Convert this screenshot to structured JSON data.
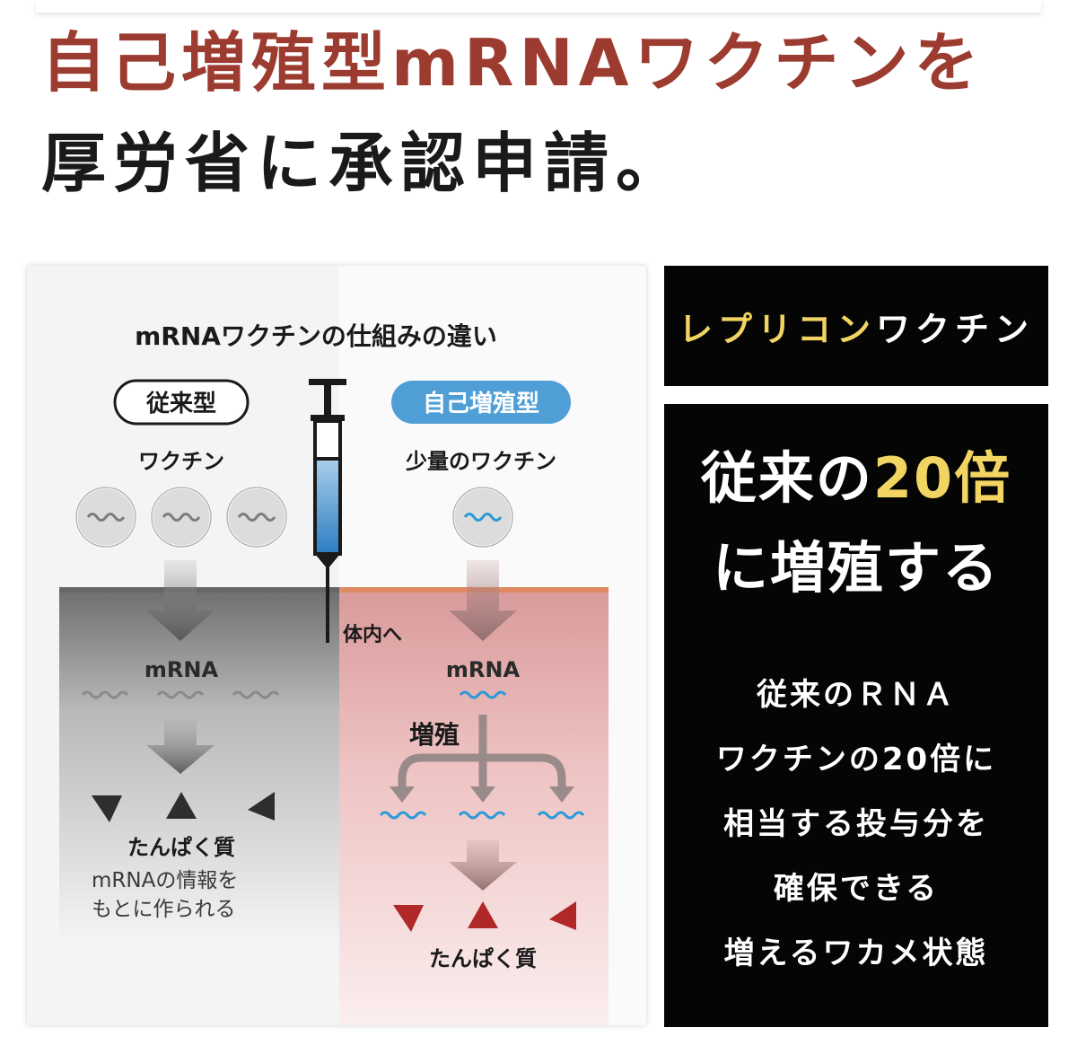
{
  "header": {
    "line1": "自己増殖型mRNAワクチンを",
    "line2": "厚労省に承認申請。"
  },
  "diagram": {
    "title": "mRNAワクチンの仕組みの違い",
    "conventional": {
      "badge": "従来型",
      "vaccine_label": "ワクチン",
      "mrna_label": "mRNA",
      "protein_label": "たんぱく質",
      "note_line1": "mRNAの情報を",
      "note_line2": "もとに作られる"
    },
    "self_amplifying": {
      "badge": "自己増殖型",
      "vaccine_label": "少量のワクチン",
      "mrna_label": "mRNA",
      "amplify_label": "増殖",
      "protein_label": "たんぱく質"
    },
    "injection_label": "体内へ",
    "colors": {
      "conventional_badge_bg": "#ffffff",
      "self_badge_bg": "#4f9fd6",
      "mrna_blue": "#2a9ad8",
      "mrna_gray": "#8a8a8a",
      "protein_gray": "#2e2e2e",
      "protein_red": "#b02828",
      "skin_line": "#e08a63"
    }
  },
  "side": {
    "label_accent": "レプリコン",
    "label_rest": "ワクチン",
    "headline_pre": "従来の",
    "headline_accent": "20倍",
    "headline_line2": "に増殖する",
    "body_lines": [
      "従来のＲＮＡ",
      "ワクチンの20倍に",
      "相当する投与分を",
      "確保できる",
      "増えるワカメ状態"
    ],
    "colors": {
      "accent": "#f1d462",
      "background": "#050505",
      "text": "#ffffff"
    }
  }
}
